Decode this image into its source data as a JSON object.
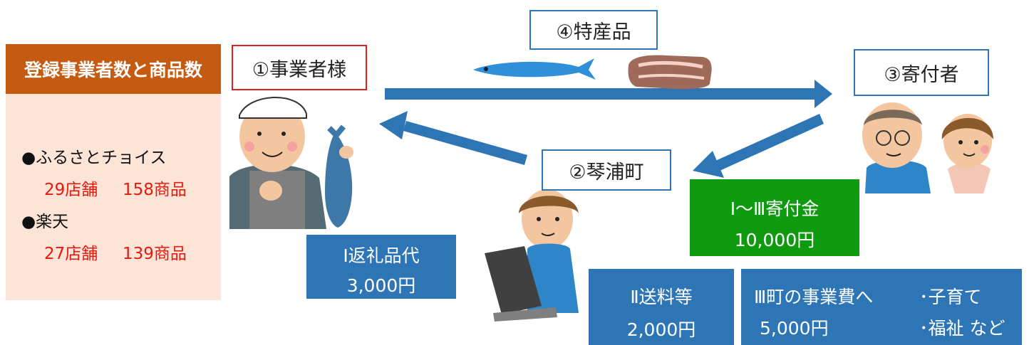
{
  "stats_panel": {
    "header": "登録事業者数と商品数",
    "platforms": [
      {
        "name": "●ふるさとチョイス",
        "stores": "29店舗",
        "products": "158商品"
      },
      {
        "name": "●楽天",
        "stores": "27店舗",
        "products": "139商品"
      }
    ]
  },
  "nodes": {
    "business": "①事業者様",
    "town": "②琴浦町",
    "donor": "③寄付者",
    "specialty": "④特産品"
  },
  "flows": {
    "donation_label": "Ⅰ～Ⅲ寄付金",
    "donation_amount": "10,000円",
    "gift_label": "Ⅰ返礼品代",
    "gift_amount": "3,000円",
    "shipping_label": "Ⅱ送料等",
    "shipping_amount": "2,000円",
    "project_label": "Ⅲ町の事業費へ",
    "project_amount": "5,000円",
    "project_use_1": "･子育て",
    "project_use_2": "･福祉 など"
  },
  "colors": {
    "arrow": "#2e75b6",
    "panel_header": "#c55a11",
    "panel_body": "#fce4d6",
    "donation_box": "#0f9b0f",
    "flow_box": "#2e75b6",
    "count_text": "#e8190e"
  }
}
